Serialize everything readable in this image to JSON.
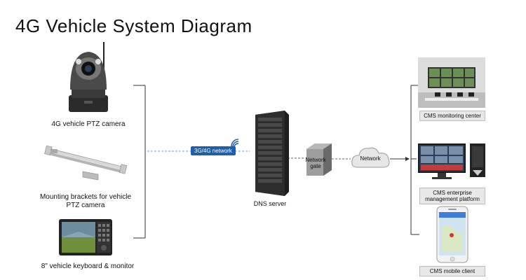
{
  "title": "4G Vehicle System Diagram",
  "left_devices": [
    {
      "label": "4G vehicle PTZ camera"
    },
    {
      "label": "Mounting brackets for vehicle PTZ camera"
    },
    {
      "label": "8\" vehicle keyboard & monitor"
    }
  ],
  "network_badge": "3G/4G network",
  "dns_server": "DNS server",
  "network_gate": "Network gate",
  "network_cloud": "Network",
  "right_outputs": [
    {
      "label": "CMS monitoring center"
    },
    {
      "label": "CMS enterprise management platform"
    },
    {
      "label": "CMS mobile client"
    }
  ]
}
